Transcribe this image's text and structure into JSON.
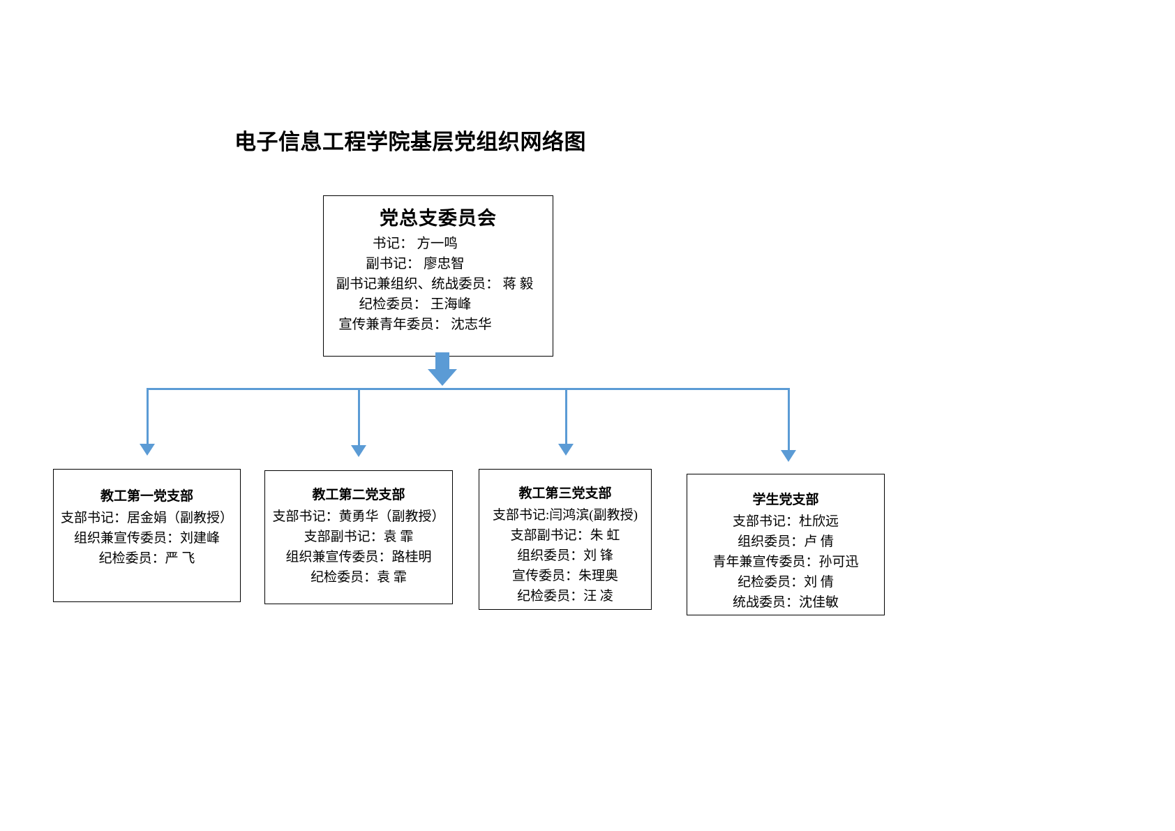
{
  "title": "电子信息工程学院基层党组织网络图",
  "root": {
    "name": "党总支委员会",
    "lines": [
      "书记： 方一鸣",
      "副书记： 廖忠智",
      "副书记兼组织、统战委员： 蒋  毅",
      "纪检委员： 王海峰",
      "宣传兼青年委员： 沈志华"
    ]
  },
  "branches": [
    {
      "name": "教工第一党支部",
      "lines": [
        "支部书记：居金娟（副教授）",
        "组织兼宣传委员：刘建峰",
        "纪检委员：严  飞"
      ]
    },
    {
      "name": "教工第二党支部",
      "lines": [
        "支部书记：黄勇华（副教授）",
        "支部副书记：袁  霏",
        "组织兼宣传委员：路桂明",
        "纪检委员：袁  霏"
      ]
    },
    {
      "name": "教工第三党支部",
      "lines": [
        "支部书记:闫鸿滨(副教授)",
        "支部副书记：朱  虹",
        "组织委员：刘  锋",
        "宣传委员：朱理奥",
        "纪检委员：汪  凌"
      ]
    },
    {
      "name": "学生党支部",
      "lines": [
        "支部书记：杜欣远",
        "组织委员：卢  倩",
        "青年兼宣传委员：孙可迅",
        "纪检委员：刘  倩",
        "统战委员：沈佳敏"
      ]
    }
  ],
  "colors": {
    "connector": "#5B9BD5",
    "border": "#000000",
    "text": "#000000",
    "background": "#FFFFFF"
  },
  "connectors": {
    "root_arrow": "down-arrow",
    "bus": "horizontal-bus",
    "drops": [
      "drop-arrow-1",
      "drop-arrow-2",
      "drop-arrow-3",
      "drop-arrow-4"
    ]
  }
}
